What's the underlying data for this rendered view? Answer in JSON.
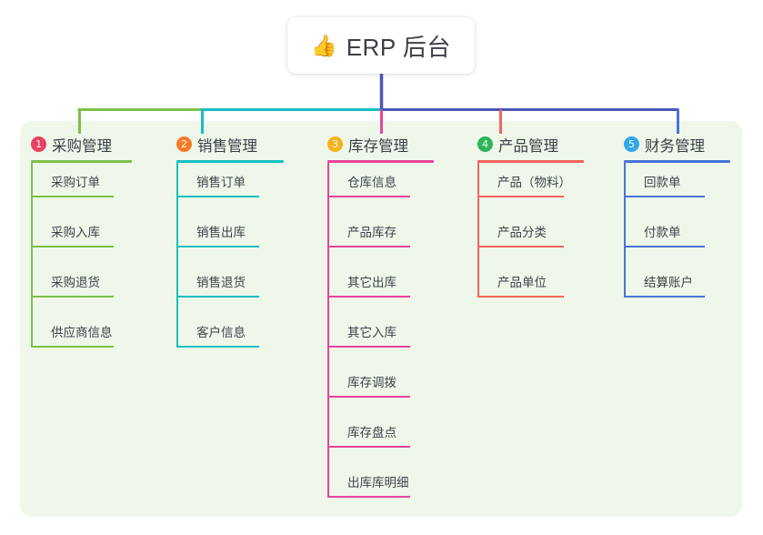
{
  "root": {
    "icon": "thumbs-up-icon",
    "icon_glyph": "👍",
    "title": "ERP 后台"
  },
  "palette": {
    "panel_bg": "#eef7e9",
    "page_bg": "#ffffff",
    "root_stem": "#4a55b8",
    "text": "#3b3f48"
  },
  "columns": [
    {
      "number": "1",
      "title": "采购管理",
      "badge_color": "#e9415f",
      "line_color": "#7cc04a",
      "items": [
        {
          "label": "采购订单"
        },
        {
          "label": "采购入库"
        },
        {
          "label": "采购退货"
        },
        {
          "label": "供应商信息"
        }
      ]
    },
    {
      "number": "2",
      "title": "销售管理",
      "badge_color": "#f47b28",
      "line_color": "#16bfc0",
      "items": [
        {
          "label": "销售订单"
        },
        {
          "label": "销售出库"
        },
        {
          "label": "销售退货"
        },
        {
          "label": "客户信息"
        }
      ]
    },
    {
      "number": "3",
      "title": "库存管理",
      "badge_color": "#f5b21a",
      "line_color": "#e8439b",
      "items": [
        {
          "label": "仓库信息"
        },
        {
          "label": "产品库存"
        },
        {
          "label": "其它出库"
        },
        {
          "label": "其它入库"
        },
        {
          "label": "库存调拨"
        },
        {
          "label": "库存盘点"
        },
        {
          "label": "出库库明细"
        }
      ]
    },
    {
      "number": "4",
      "title": "产品管理",
      "badge_color": "#2eb45a",
      "line_color": "#f4645c",
      "items": [
        {
          "label": "产品（物料）"
        },
        {
          "label": "产品分类"
        },
        {
          "label": "产品单位"
        }
      ]
    },
    {
      "number": "5",
      "title": "财务管理",
      "badge_color": "#32a7e8",
      "line_color": "#4a74d6",
      "items": [
        {
          "label": "回款单"
        },
        {
          "label": "付款单"
        },
        {
          "label": "结算账户"
        }
      ]
    }
  ]
}
